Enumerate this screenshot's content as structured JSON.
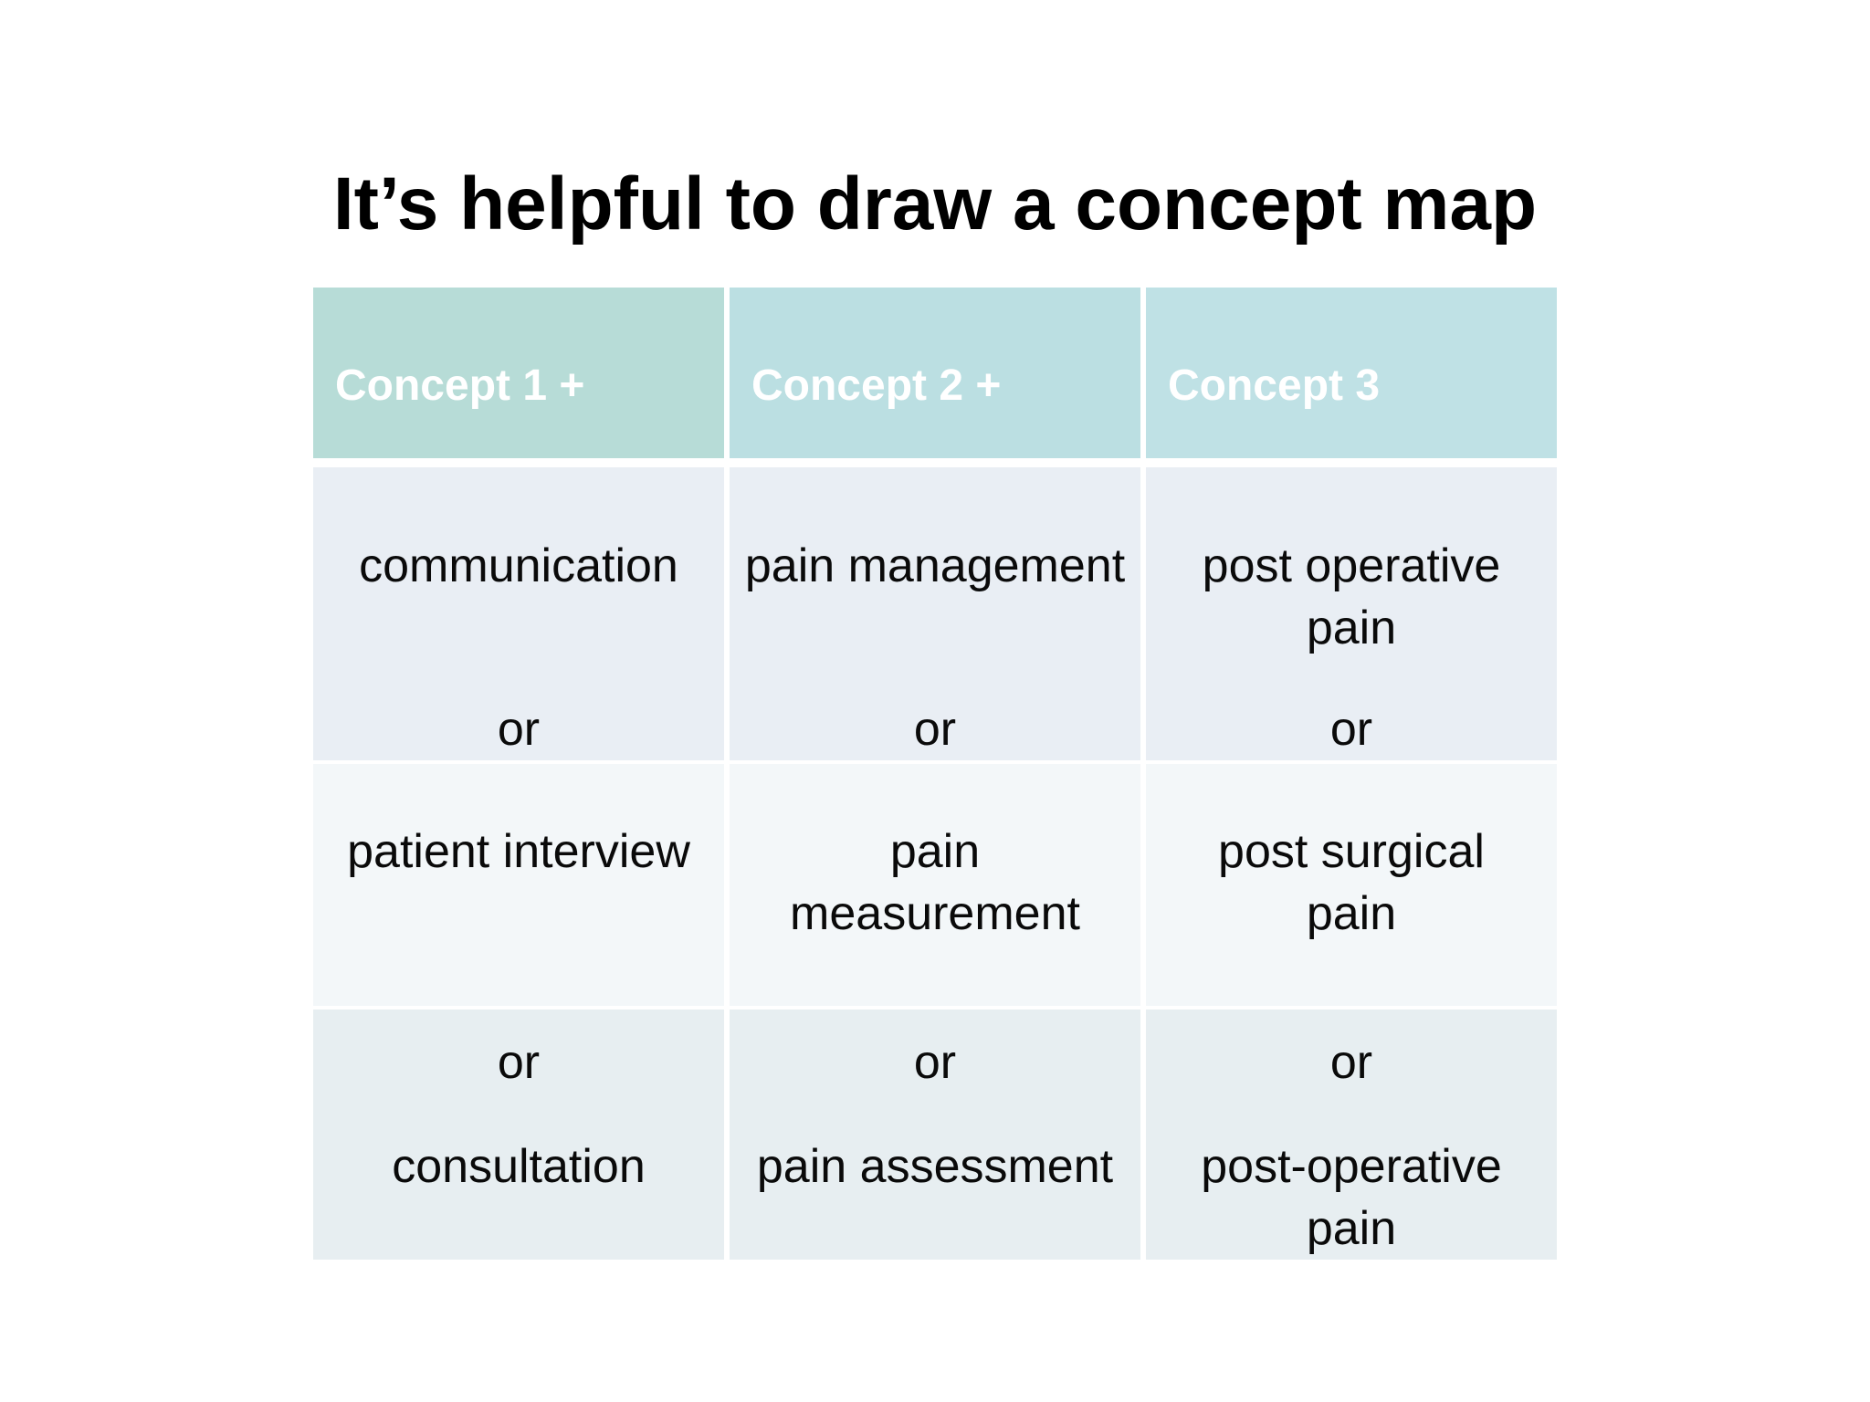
{
  "title": "It’s helpful to draw a concept map",
  "table": {
    "headers": [
      "Concept 1 +",
      "Concept 2 +",
      "Concept 3"
    ],
    "rows": [
      {
        "cells": [
          {
            "term": "communication",
            "or_label": "or"
          },
          {
            "term": "pain management",
            "or_label": "or"
          },
          {
            "term": "post operative\npain",
            "or_label": "or"
          }
        ]
      },
      {
        "cells": [
          {
            "term": "patient interview"
          },
          {
            "term": "pain\nmeasurement"
          },
          {
            "term": "post surgical\npain"
          }
        ]
      },
      {
        "cells": [
          {
            "or_label": "or",
            "term": "consultation"
          },
          {
            "or_label": "or",
            "term": "pain assessment"
          },
          {
            "or_label": "or",
            "term": "post-operative\npain"
          }
        ]
      }
    ]
  },
  "theme": {
    "background": "#ffffff",
    "title-color": "#000000",
    "header-text": "#ffffff",
    "header-bg-1": "#b7dcd7",
    "header-bg-2": "#bbdfe2",
    "header-bg-3": "#bfe1e5",
    "row1-bg": "#e9eef4",
    "row2-bg": "#f3f7f9",
    "row3-bg": "#e7eef1",
    "cell-text": "#0a0a0a"
  }
}
